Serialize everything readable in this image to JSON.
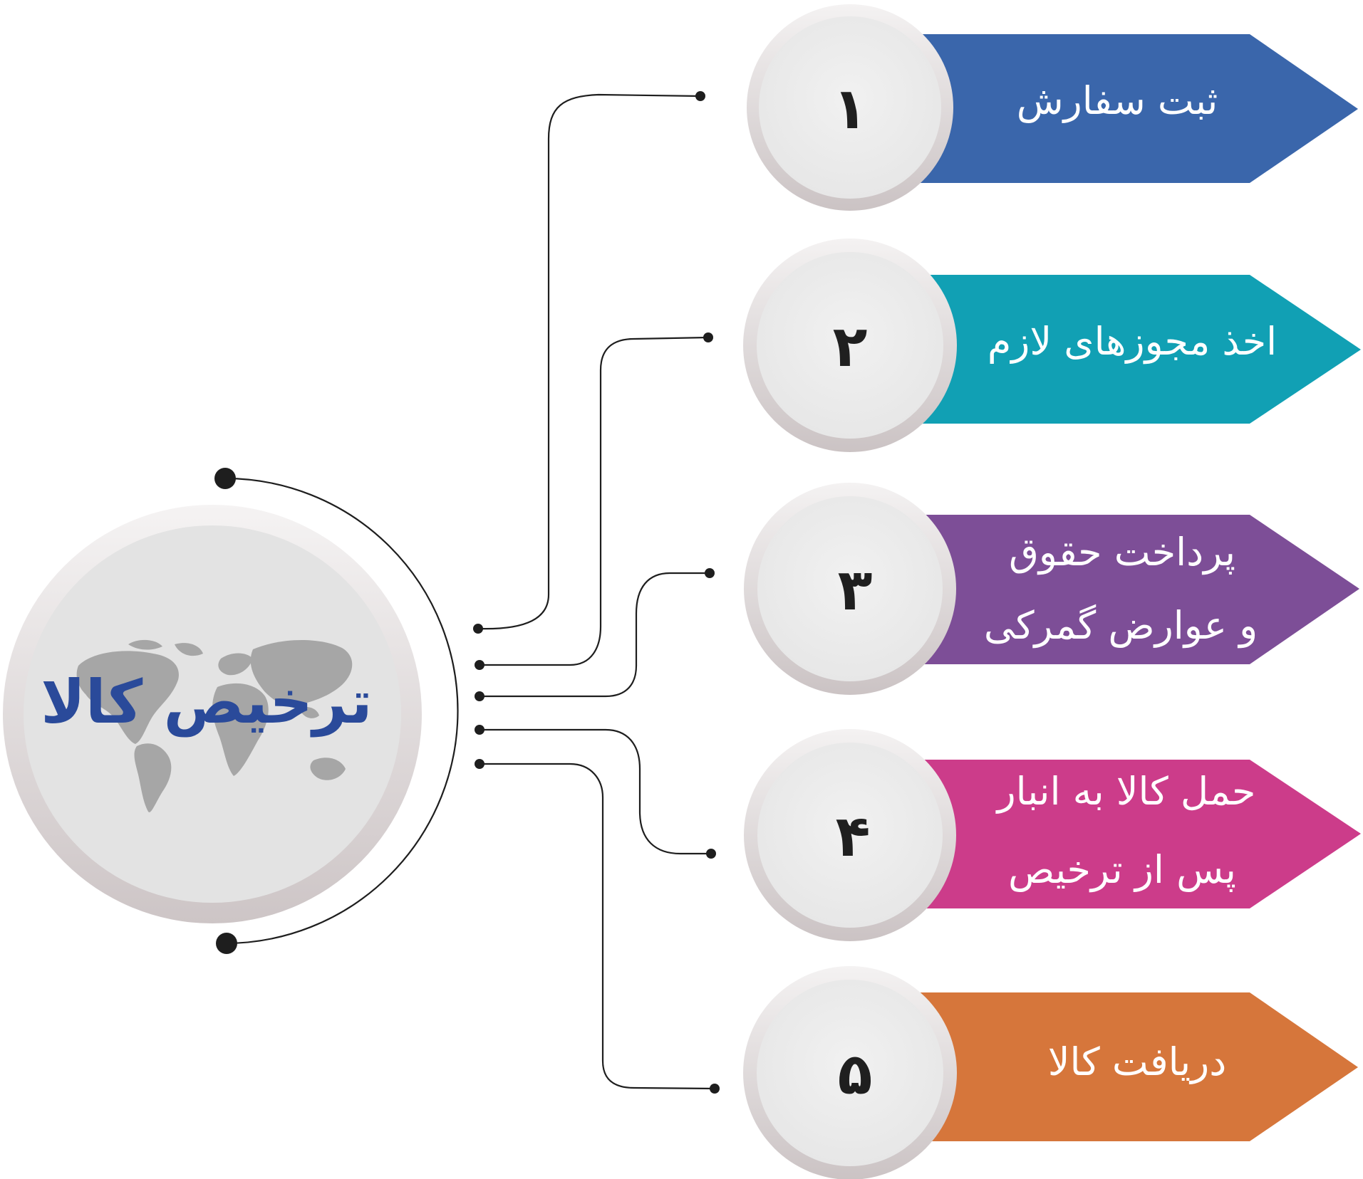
{
  "hub": {
    "title": "ترخیص کالا",
    "icon": "world-map-icon"
  },
  "steps": [
    {
      "number": "۱",
      "lines": [
        "ثبت سفارش"
      ],
      "color": "#3a66ab"
    },
    {
      "number": "۲",
      "lines": [
        "اخذ مجوزهای لازم"
      ],
      "color": "#11a0b4"
    },
    {
      "number": "۳",
      "lines": [
        "پرداخت حقوق",
        "و عوارض گمرکی"
      ],
      "color": "#7d4e97"
    },
    {
      "number": "۴",
      "lines": [
        "حمل کالا به انبار",
        "پس از ترخیص"
      ],
      "color": "#cc3c8a"
    },
    {
      "number": "۵",
      "lines": [
        "دریافت کالا"
      ],
      "color": "#d6763b"
    }
  ],
  "colors": {
    "hub_title": "#2a4a9a",
    "wire": "#1e1e1e",
    "map": "#a6a6a6"
  }
}
